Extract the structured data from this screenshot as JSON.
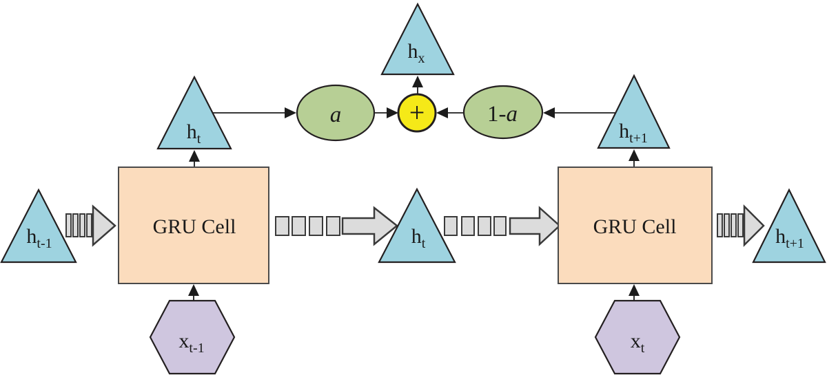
{
  "diagram_type": "GRU recurrent neural network architecture with weighted hidden-state fusion",
  "colors": {
    "triangle_fill": "#9ed3e0",
    "gru_fill": "#fbdcbd",
    "hexagon_fill": "#cfc6df",
    "gate_fill": "#b7cf95",
    "sum_fill": "#f5e918",
    "dashed_arrow_fill": "#dcdcdc"
  },
  "nodes": {
    "h_x": {
      "base": "h",
      "sub": "x"
    },
    "h_t_upper": {
      "base": "h",
      "sub": "t"
    },
    "h_t1_upper": {
      "base": "h",
      "sub": "t+1"
    },
    "h_t_minus1": {
      "base": "h",
      "sub": "t-1"
    },
    "h_t_mid": {
      "base": "h",
      "sub": "t"
    },
    "h_t1_right": {
      "base": "h",
      "sub": "t+1"
    },
    "gru_left": {
      "label": "GRU Cell"
    },
    "gru_right": {
      "label": "GRU Cell"
    },
    "x_t_minus1": {
      "base": "x",
      "sub": "t-1"
    },
    "x_t": {
      "base": "x",
      "sub": "t"
    },
    "alpha_gate": {
      "label": "a"
    },
    "one_minus_alpha_gate": {
      "prefix": "1-",
      "var": "a"
    },
    "sum_node": {
      "label": "+"
    }
  }
}
